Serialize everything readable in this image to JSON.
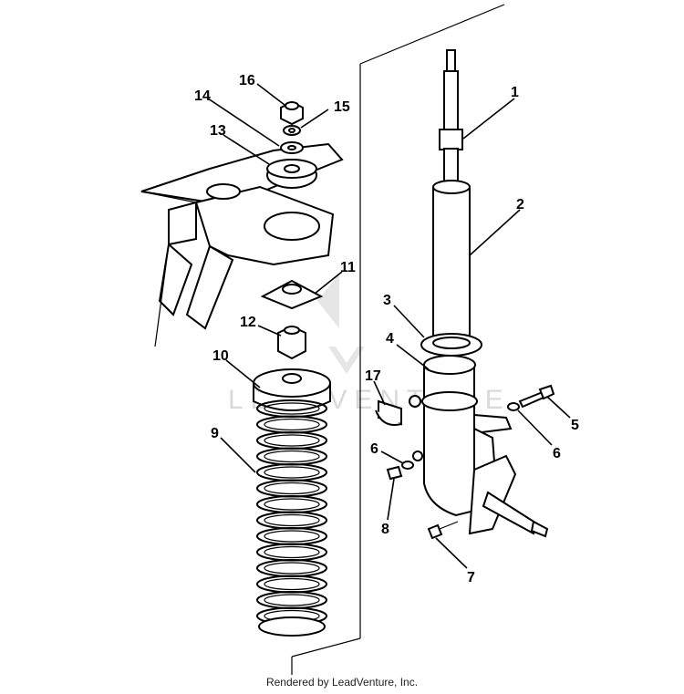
{
  "watermark": {
    "text": "LEADVENTURE"
  },
  "footer": {
    "text": "Rendered by LeadVenture, Inc."
  },
  "callouts": {
    "c1": "1",
    "c2": "2",
    "c3": "3",
    "c4": "4",
    "c5": "5",
    "c6a": "6",
    "c6b": "6",
    "c7": "7",
    "c8": "8",
    "c9": "9",
    "c10": "10",
    "c11": "11",
    "c12": "12",
    "c13": "13",
    "c14": "14",
    "c15": "15",
    "c16": "16",
    "c17": "17"
  }
}
